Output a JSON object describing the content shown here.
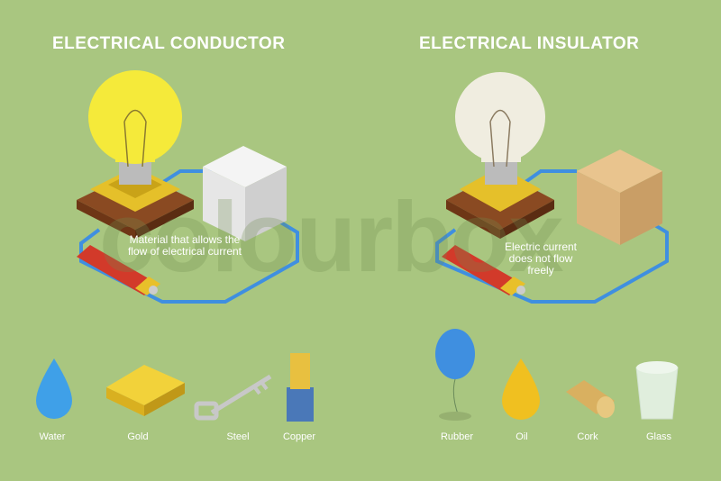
{
  "conductor": {
    "title": "ELECTRICAL CONDUCTOR",
    "description": "Material that allows the flow of electrical current",
    "examples": [
      "Water",
      "Gold",
      "Steel",
      "Copper"
    ]
  },
  "insulator": {
    "title": "ELECTRICAL INSULATOR",
    "description": "Electric current does not flow freely",
    "examples": [
      "Rubber",
      "Oil",
      "Cork",
      "Glass"
    ]
  },
  "watermark": "colourbox",
  "colors": {
    "background": "#a9c680",
    "wire": "#3f8fe0",
    "bulb_on": "#f5e93a",
    "bulb_off": "#f0ede0"
  }
}
